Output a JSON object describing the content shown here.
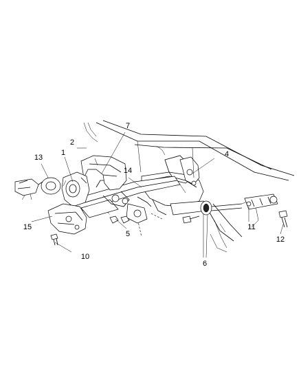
{
  "labels": {
    "l1": "1",
    "l2": "2",
    "l4": "4",
    "l5": "5",
    "l6": "6",
    "l7": "7",
    "l10": "10",
    "l11": "11",
    "l12": "12",
    "l13": "13",
    "l14": "14",
    "l15": "15"
  }
}
